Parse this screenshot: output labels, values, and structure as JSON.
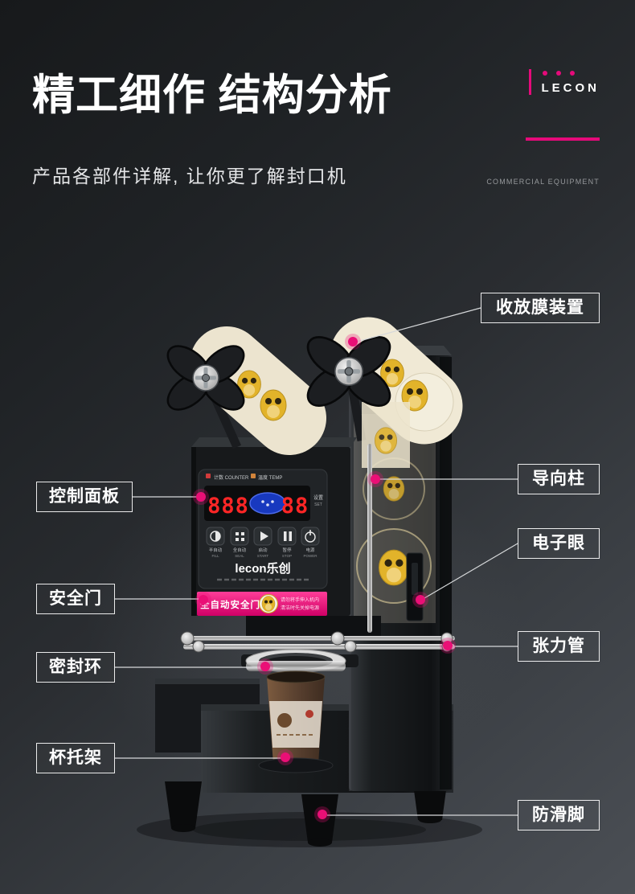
{
  "header": {
    "title": "精工细作 结构分析",
    "subtitle": "产品各部件详解, 让你更了解封口机",
    "brand": "LECON",
    "brand_caption": "COMMERCIAL EQUIPMENT"
  },
  "colors": {
    "accent": "#e50a7a",
    "dot": "#ea0f76",
    "line": "#d6d8da"
  },
  "callouts": {
    "left": [
      {
        "label": "控制面板"
      },
      {
        "label": "安全门"
      },
      {
        "label": "密封环"
      },
      {
        "label": "杯托架"
      }
    ],
    "right": [
      {
        "label": "收放膜装置"
      },
      {
        "label": "导向柱"
      },
      {
        "label": "电子眼"
      },
      {
        "label": "张力管"
      },
      {
        "label": "防滑脚"
      }
    ]
  },
  "machine": {
    "panel": {
      "counter": "计数 COUNTER",
      "temp": "温度 TEMP",
      "set": "设置",
      "set_en": "SET",
      "display_left": "888",
      "display_right": "88",
      "brand": "lecon乐创",
      "buttons": [
        {
          "zh": "半自动",
          "en": "FILL"
        },
        {
          "zh": "全自动",
          "en": "SEAL"
        },
        {
          "zh": "启动",
          "en": "START"
        },
        {
          "zh": "暂停",
          "en": "STOP"
        },
        {
          "zh": "电源",
          "en": "POWER"
        }
      ]
    },
    "safety": {
      "strip": "全自动安全门",
      "line1": "请勿将手伸入机内",
      "line2": "清洁时先关掉电源"
    }
  }
}
